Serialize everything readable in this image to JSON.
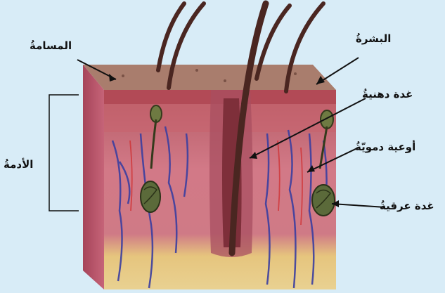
{
  "labels": {
    "pore": "المسامةُ",
    "epidermis": "البشرةُ",
    "sebaceous_gland": "غدة دهنيةُ",
    "blood_vessels": "أوعية دمويّةُ",
    "dermis": "الأدمةُ",
    "sweat_gland": "غدة عرقيةُ"
  },
  "colors": {
    "background": "#d8ecf7",
    "epidermis_top": "#a27a6c",
    "dermis": "#cf6f7e",
    "fat_layer": "#e8cf86",
    "hair": "#4a2621",
    "vessel": "#3c3fa0",
    "gland": "#5b6a3a"
  }
}
